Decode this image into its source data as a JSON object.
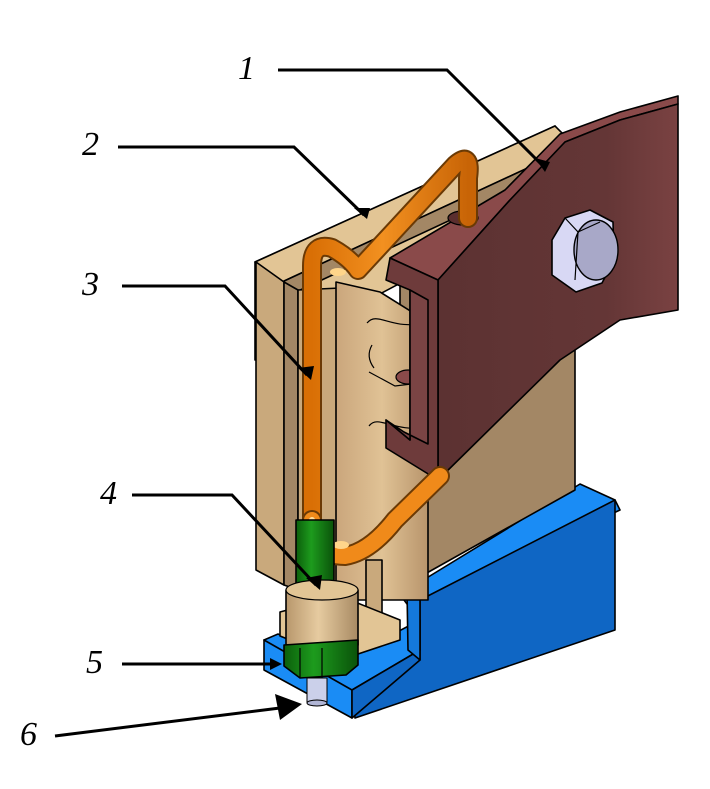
{
  "diagram": {
    "type": "assembly-callout-drawing",
    "callouts": [
      {
        "id": "1",
        "label": "1",
        "part": "bracket-plate"
      },
      {
        "id": "2",
        "label": "2",
        "part": "back-plate"
      },
      {
        "id": "3",
        "label": "3",
        "part": "spring-wire"
      },
      {
        "id": "4",
        "label": "4",
        "part": "sleeve"
      },
      {
        "id": "5",
        "label": "5",
        "part": "base"
      },
      {
        "id": "6",
        "label": "6",
        "part": "pin"
      }
    ],
    "colors": {
      "background": "#ffffff",
      "tan_light": "#e2c595",
      "tan_mid": "#c9a97c",
      "tan_dark": "#a38765",
      "bracket_top": "#8a4a4a",
      "bracket_face": "#613535",
      "bracket_side": "#6e3b3b",
      "wire": "#f08a1a",
      "wire_highlight": "#ffc56a",
      "sleeve_green": "#137a13",
      "base_blue_top": "#1a8cf5",
      "base_blue_face": "#0f66c4",
      "bolt": "#cfd0f0",
      "pin": "#cbd0ea"
    }
  }
}
